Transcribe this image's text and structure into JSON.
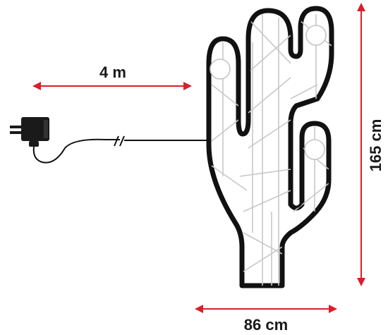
{
  "dimensions": {
    "cable_length": "4 m",
    "height": "165 cm",
    "width": "86 cm"
  },
  "colors": {
    "dimension_arrow": "#d8202a",
    "outline": "#111111",
    "inner_frame": "#c8c8c8"
  },
  "icons": {
    "adapter": "power-adapter-icon",
    "plug": "plug-icon"
  }
}
